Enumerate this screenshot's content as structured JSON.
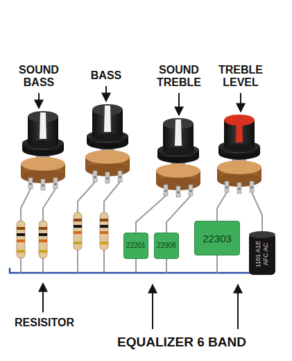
{
  "diagram": {
    "nodes": [
      {
        "text": [
          "22201"
        ]
      },
      {
        "text": [
          "22908"
        ]
      },
      {
        "text": [
          "22303"
        ]
      },
      {
        "text": [
          "1101 A1E",
          "AFC AC"
        ]
      }
    ],
    "labels": [
      "SOUND BASS",
      "BASS",
      "SOUND TREBLE",
      "TREBLE LEVEL",
      "RESISITOR",
      "EQUALIZER 6 BAND"
    ]
  }
}
